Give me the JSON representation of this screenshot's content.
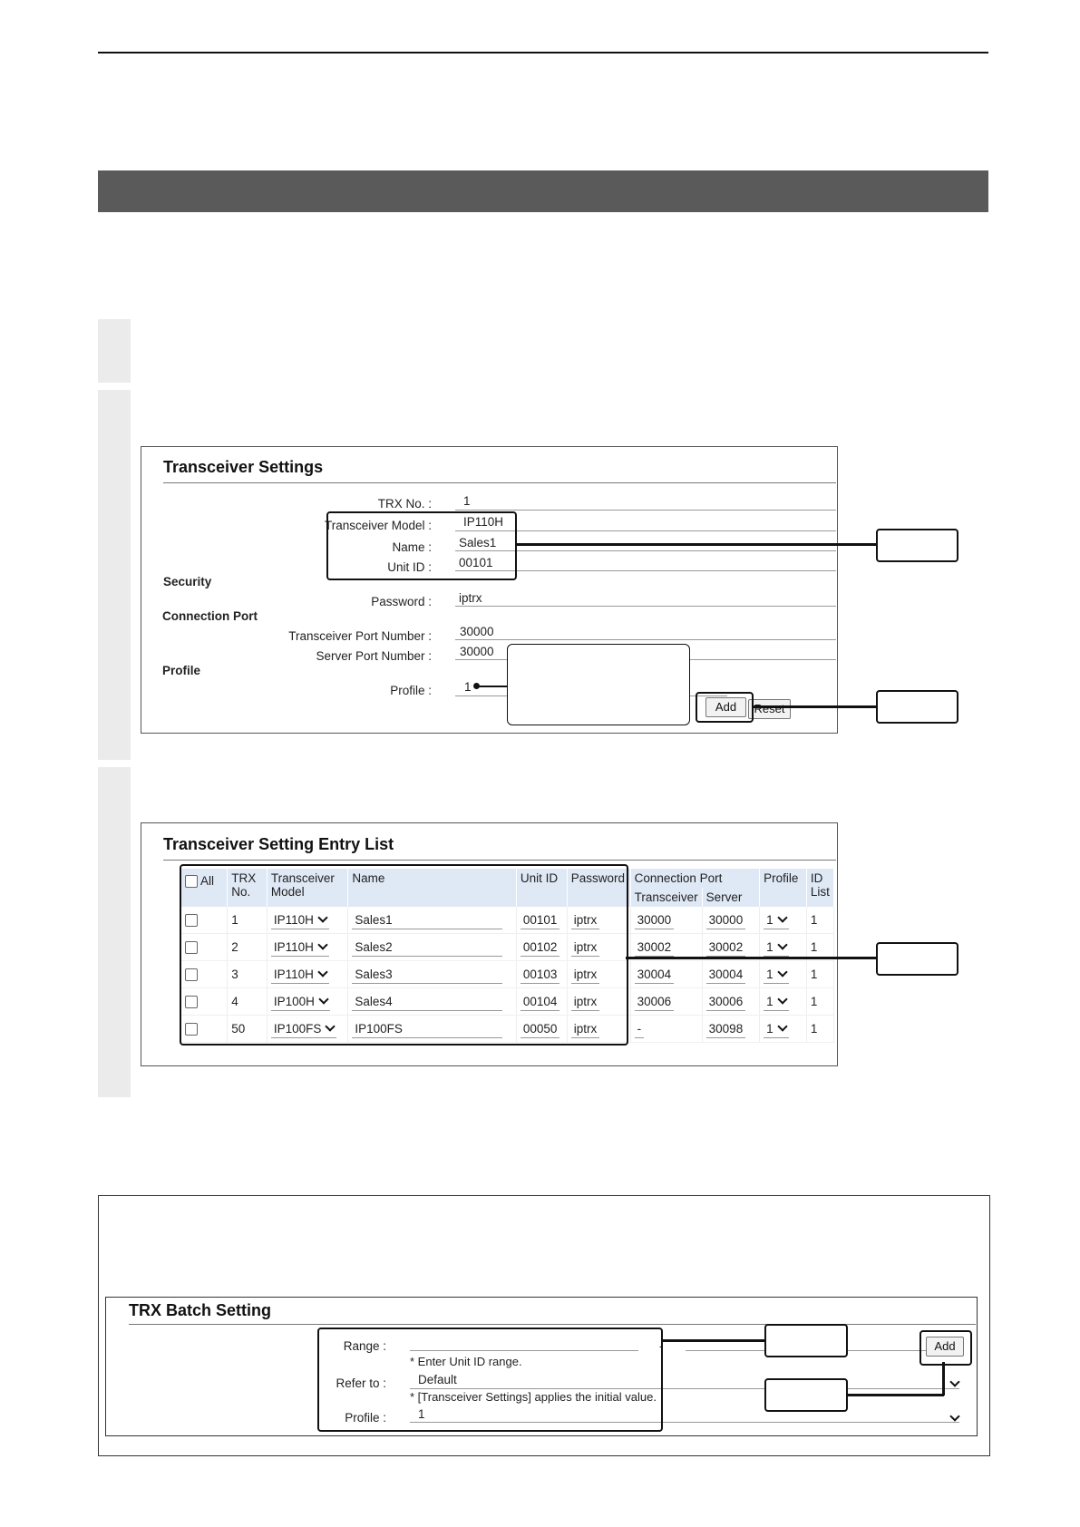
{
  "settings": {
    "title": "Transceiver Settings",
    "trx_no_label": "TRX No. :",
    "trx_no": "1",
    "model_label": "Transceiver Model :",
    "model": "IP110H",
    "name_label": "Name :",
    "name": "Sales1",
    "unit_id_label": "Unit ID :",
    "unit_id": "00101",
    "security_section": "Security",
    "password_label": "Password :",
    "password": "iptrx",
    "conn_section": "Connection Port",
    "trx_port_label": "Transceiver Port Number :",
    "trx_port": "30000",
    "server_port_label": "Server Port Number :",
    "server_port": "30000",
    "profile_section": "Profile",
    "profile_label": "Profile :",
    "profile": "1",
    "add_button": "Add",
    "reset_button": "Reset"
  },
  "entry_list": {
    "title": "Transceiver Setting Entry List",
    "headers": {
      "all": "All",
      "trx_no": [
        "TRX",
        "No."
      ],
      "model": [
        "Transceiver",
        "Model"
      ],
      "name": "Name",
      "unit_id": "Unit ID",
      "password": "Password",
      "conn_port": "Connection Port",
      "conn_trx": "Transceiver",
      "conn_server": "Server",
      "profile": "Profile",
      "id_list": [
        "ID",
        "List"
      ]
    },
    "rows": [
      {
        "trx": "1",
        "model": "IP110H",
        "name": "Sales1",
        "unit_id": "00101",
        "password": "iptrx",
        "trx_port": "30000",
        "server_port": "30000",
        "profile": "1",
        "id_list": "1"
      },
      {
        "trx": "2",
        "model": "IP110H",
        "name": "Sales2",
        "unit_id": "00102",
        "password": "iptrx",
        "trx_port": "30002",
        "server_port": "30002",
        "profile": "1",
        "id_list": "1"
      },
      {
        "trx": "3",
        "model": "IP110H",
        "name": "Sales3",
        "unit_id": "00103",
        "password": "iptrx",
        "trx_port": "30004",
        "server_port": "30004",
        "profile": "1",
        "id_list": "1"
      },
      {
        "trx": "4",
        "model": "IP100H",
        "name": "Sales4",
        "unit_id": "00104",
        "password": "iptrx",
        "trx_port": "30006",
        "server_port": "30006",
        "profile": "1",
        "id_list": "1"
      },
      {
        "trx": "50",
        "model": "IP100FS",
        "name": "IP100FS",
        "unit_id": "00050",
        "password": "iptrx",
        "trx_port": "-",
        "server_port": "30098",
        "profile": "1",
        "id_list": "1"
      }
    ]
  },
  "batch": {
    "title": "TRX Batch Setting",
    "range_label": "Range :",
    "range_sep": "-",
    "range_note": "* Enter Unit ID range.",
    "refer_label": "Refer to :",
    "refer_value": "Default",
    "refer_note": "* [Transceiver Settings] applies the initial value.",
    "profile_label": "Profile :",
    "profile_value": "1",
    "add_button": "Add"
  }
}
